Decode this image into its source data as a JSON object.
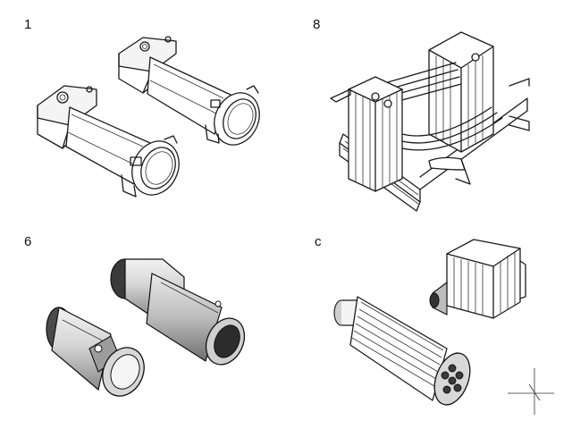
{
  "panels": [
    {
      "label": "1",
      "icon": "twin-cylinder-housing"
    },
    {
      "label": "8",
      "icon": "finned-frame-assembly"
    },
    {
      "label": "6",
      "icon": "shaded-cylinder-pair"
    },
    {
      "label": "c",
      "icon": "finned-cylinder-and-nozzle"
    }
  ]
}
